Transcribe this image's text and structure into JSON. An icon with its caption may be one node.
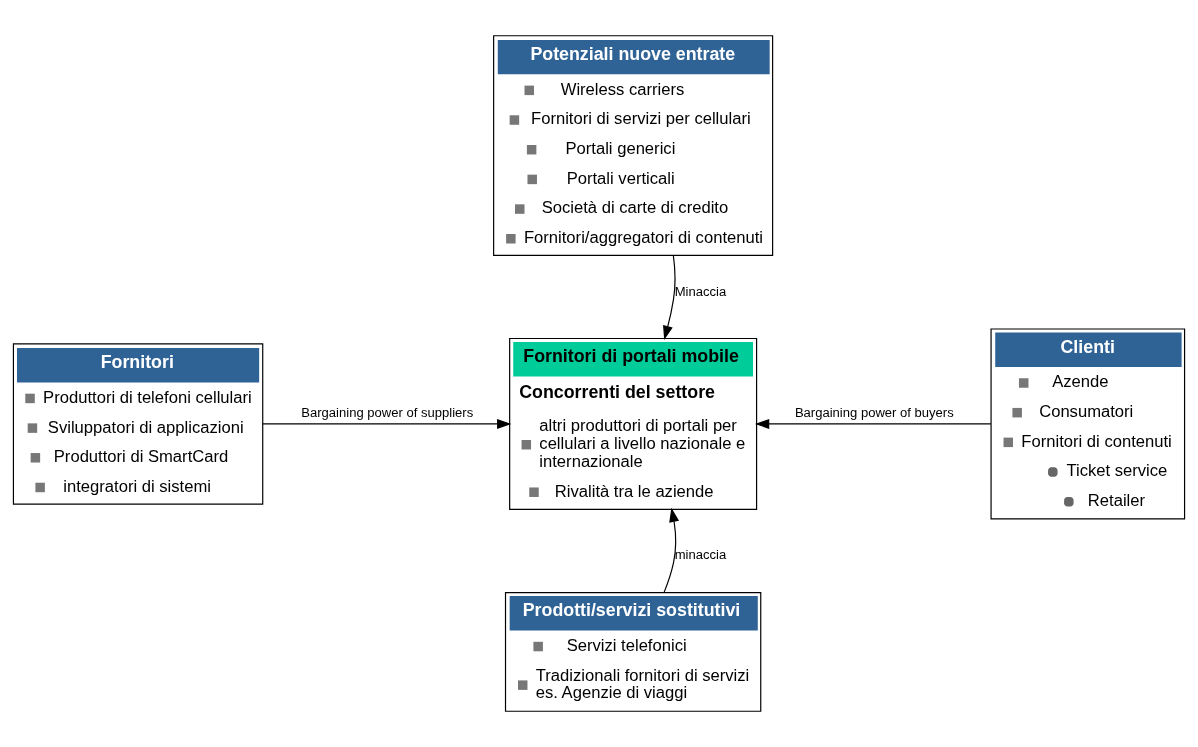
{
  "diagram": {
    "nodes": [
      {
        "text": [
          "Potenziali nuove entrate",
          "Wireless carriers",
          "Fornitori di servizi per cellulari",
          "Portali generici",
          "Portali verticali",
          "Società di carte di credito",
          "Fornitori/aggregatori di contenuti"
        ]
      },
      {
        "text": [
          "Fornitori",
          "Produttori di telefoni cellulari",
          "Sviluppatori di applicazioni",
          "Produttori di SmartCard",
          "integratori di sistemi"
        ]
      },
      {
        "text": [
          "Fornitori di portali mobile",
          "Concorrenti del settore",
          "altri produttori di portali per cellulari a livello nazionale e internazionale",
          "Rivalità tra le aziende"
        ]
      },
      {
        "text": [
          "Clienti",
          "Azende",
          "Consumatori",
          "Fornitori di contenuti",
          "Ticket service",
          "Retailer"
        ]
      },
      {
        "text": [
          "Prodotti/servizi sostitutivi",
          "Servizi telefonici",
          "Tradizionali fornitori di servizi es. Agenzie di viaggi"
        ]
      }
    ],
    "edges": [
      {
        "from": 0,
        "to": 2,
        "arrow": "to",
        "label": "Minaccia"
      },
      {
        "from": 1,
        "to": 2,
        "arrow": "to",
        "label": "Bargaining power of suppliers"
      },
      {
        "from": 3,
        "to": 2,
        "arrow": "to",
        "label": "Bargaining power of buyers"
      },
      {
        "from": 4,
        "to": 2,
        "arrow": "to",
        "label": "minaccia"
      }
    ]
  }
}
